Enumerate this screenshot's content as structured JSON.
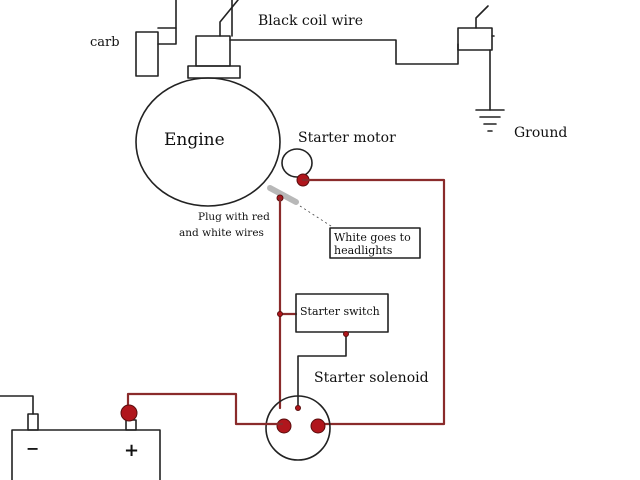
{
  "labels": {
    "carb": "carb",
    "black_coil_wire": "Black  coil  wire",
    "engine": "Engine",
    "starter_motor": "Starter motor",
    "ground": "Ground",
    "plug_line1": "Plug with red",
    "plug_line2": "and white wires",
    "white_line1": "White goes to",
    "white_line2": "headlights",
    "starter_switch": "Starter switch",
    "starter_solenoid": "Starter solenoid",
    "battery_minus": "−",
    "battery_plus": "+"
  },
  "colors": {
    "wire": "#222222",
    "red_wire": "#8a2b2b",
    "terminal": "#b0161c"
  }
}
